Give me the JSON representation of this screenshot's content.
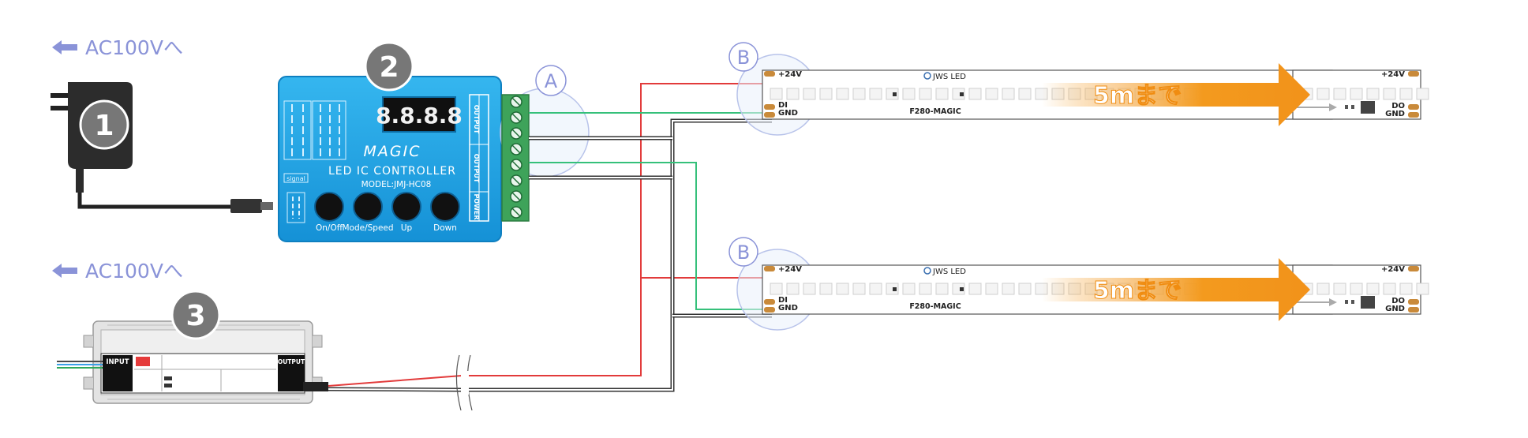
{
  "power_labels": [
    "AC100Vへ",
    "AC100Vへ"
  ],
  "markers": {
    "one": "1",
    "two": "2",
    "three": "3",
    "a": "A",
    "b": "B"
  },
  "controller": {
    "brand": "MAGIC",
    "title": "LED IC CONTROLLER",
    "model": "MODEL:JMJ-HC08",
    "display": "8.8.8.8",
    "signal_label": "signal",
    "buttons": [
      "On/Off",
      "Mode/Speed",
      "Up",
      "Down"
    ],
    "terminal_groups": [
      "OUTPUT",
      "OUTPUT",
      "POWER"
    ]
  },
  "psu": {
    "input_label": "INPUT",
    "output_label": "OUTPUT"
  },
  "strip": {
    "pos_label": "+24V",
    "di_label": "DI",
    "gnd_label": "GND",
    "do_label": "DO",
    "brand": "JWS LED",
    "model": "F280-MAGIC",
    "length_note": "5mまで"
  },
  "colors": {
    "controller": "#1ea7e8",
    "marker": "#777777",
    "accent": "#8a93d8",
    "arrow": "#f39a1e",
    "wire_red": "#e23b3b",
    "wire_green": "#35c07a"
  }
}
